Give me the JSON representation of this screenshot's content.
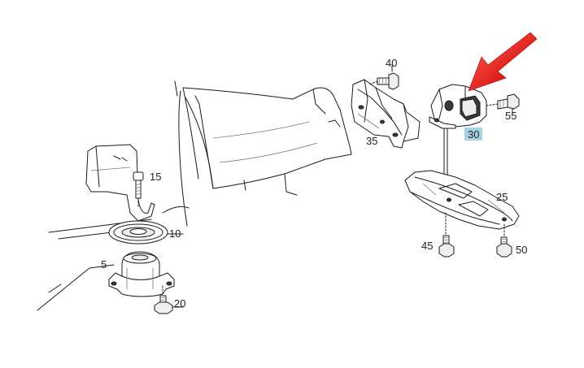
{
  "diagram": {
    "labels": {
      "p5": "5",
      "p10": "10",
      "p15": "15",
      "p20": "20",
      "p25": "25",
      "p30": "30",
      "p35": "35",
      "p40": "40",
      "p45": "45",
      "p50": "50",
      "p55": "55"
    },
    "highlighted_part": "30",
    "colors": {
      "highlight_box": "#a9d2e6",
      "arrow": "#e0201c",
      "line": "#1a1a1a"
    },
    "icons": {
      "pointer": "red-arrow-icon"
    }
  }
}
